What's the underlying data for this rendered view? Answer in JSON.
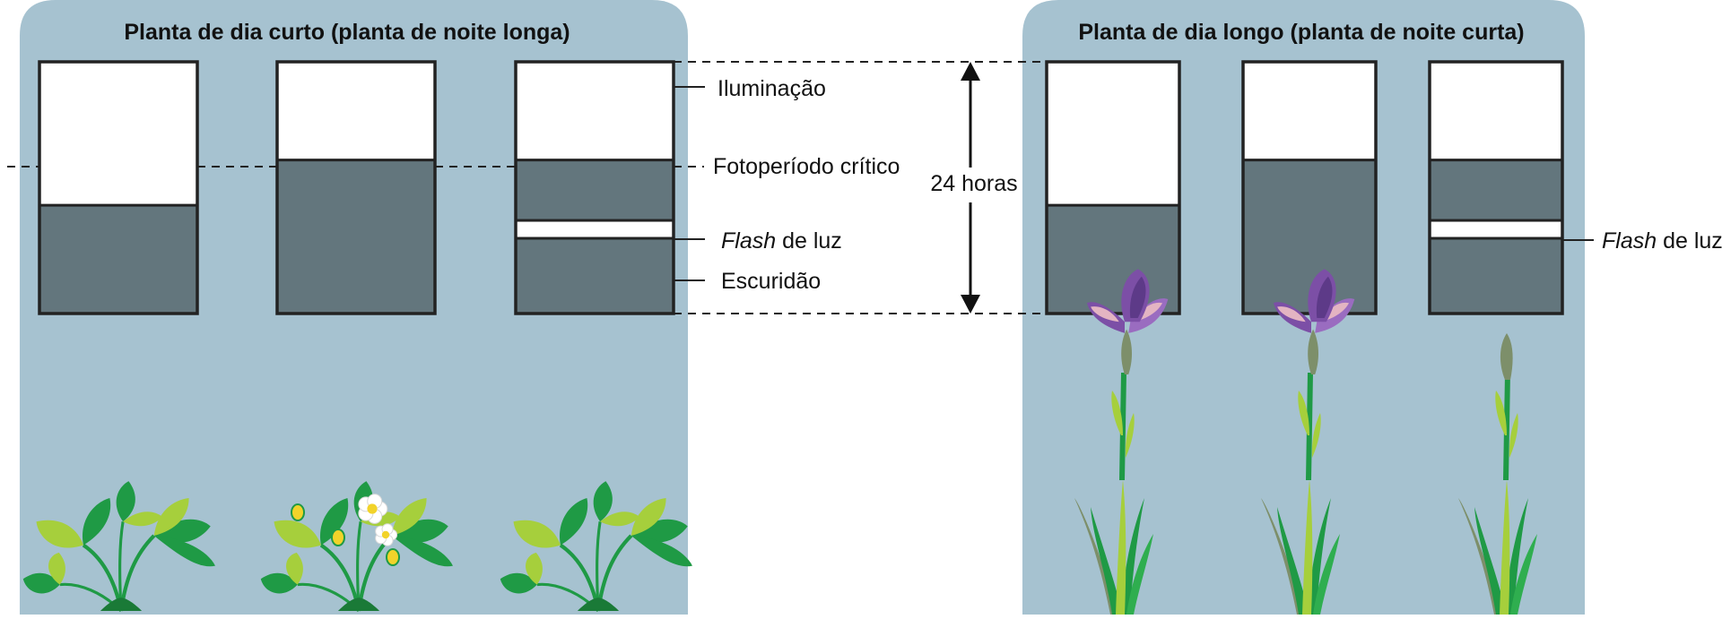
{
  "panels": {
    "short_day": {
      "title": "Planta de dia curto (planta de noite longa)",
      "bars": [
        {
          "light_fraction": 0.57,
          "flash": false,
          "flowering": false
        },
        {
          "light_fraction": 0.39,
          "flash": false,
          "flowering": true
        },
        {
          "light_fraction": 0.39,
          "flash": true,
          "flowering": false
        }
      ]
    },
    "long_day": {
      "title": "Planta de dia longo (planta de noite curta)",
      "bars": [
        {
          "light_fraction": 0.57,
          "flash": false,
          "flowering": true
        },
        {
          "light_fraction": 0.39,
          "flash": false,
          "flowering": true
        },
        {
          "light_fraction": 0.39,
          "flash": true,
          "flowering": false
        }
      ]
    }
  },
  "labels": {
    "illumination": "Iluminação",
    "critical_photoperiod": "Fotoperíodo crítico",
    "flash_italic": "Flash",
    "flash_rest": " de luz",
    "darkness": "Escuridão",
    "hours": "24 horas"
  },
  "colors": {
    "panel_bg": "#a6c2d0",
    "dark": "#63767d",
    "light": "#ffffff",
    "outline": "#222222",
    "leaf_dark": "#1f9a45",
    "leaf_light": "#a6cf3c",
    "iris_petal": "#7c4fa6",
    "iris_petal_light": "#c08fd0",
    "flower_white": "#ffffff",
    "flower_yellow": "#f2d32a"
  }
}
